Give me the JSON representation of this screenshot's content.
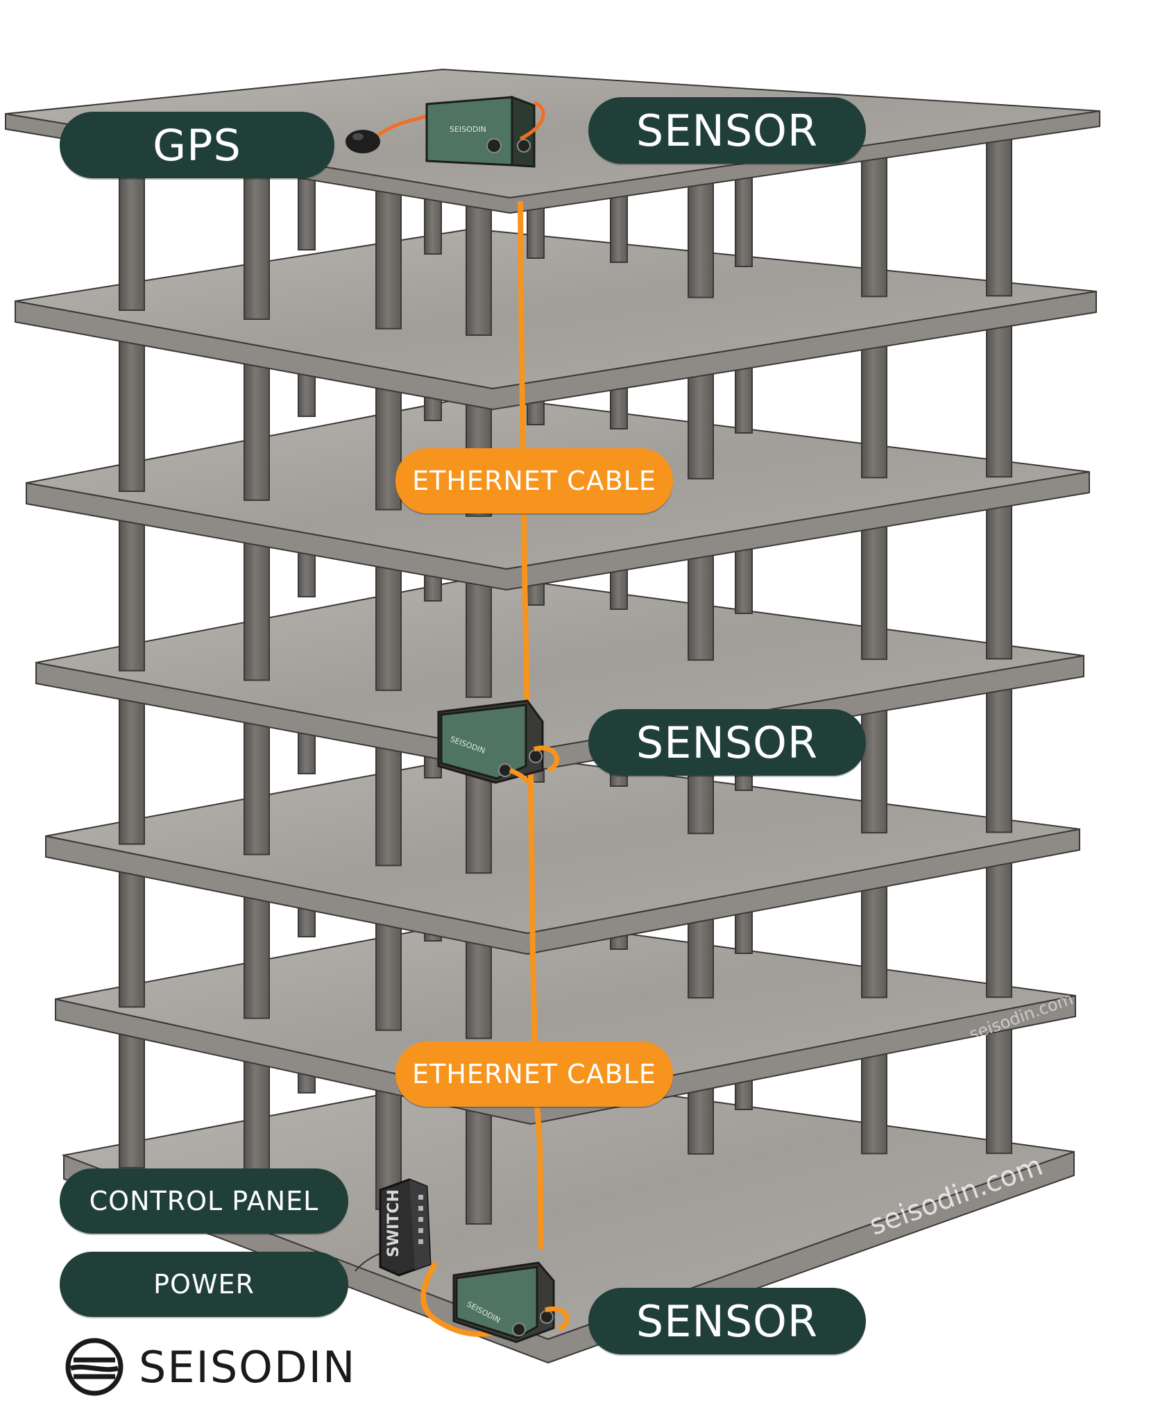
{
  "labels": {
    "gps": "GPS",
    "sensor_top": "SENSOR",
    "sensor_middle": "SENSOR",
    "sensor_bottom": "SENSOR",
    "ethernet_top": "ETHERNET CABLE",
    "ethernet_bottom": "ETHERNET CABLE",
    "control_panel": "CONTROL PANEL",
    "power": "POWER"
  },
  "device_text": {
    "sensor_box": "SEISODIN",
    "switch": "SWITCH"
  },
  "brand": {
    "name": "SEISODIN",
    "watermark": "seisodin.com"
  },
  "colors": {
    "label_green": "#1f3f38",
    "cable_orange": "#f7941d",
    "slab_top": "#a9a6a1",
    "slab_edge": "#8e8b86",
    "column": "#6f6c68",
    "sensor_box": "#4a6b55"
  },
  "icons": [
    "gps-antenna-icon",
    "seisodin-logo-icon"
  ]
}
